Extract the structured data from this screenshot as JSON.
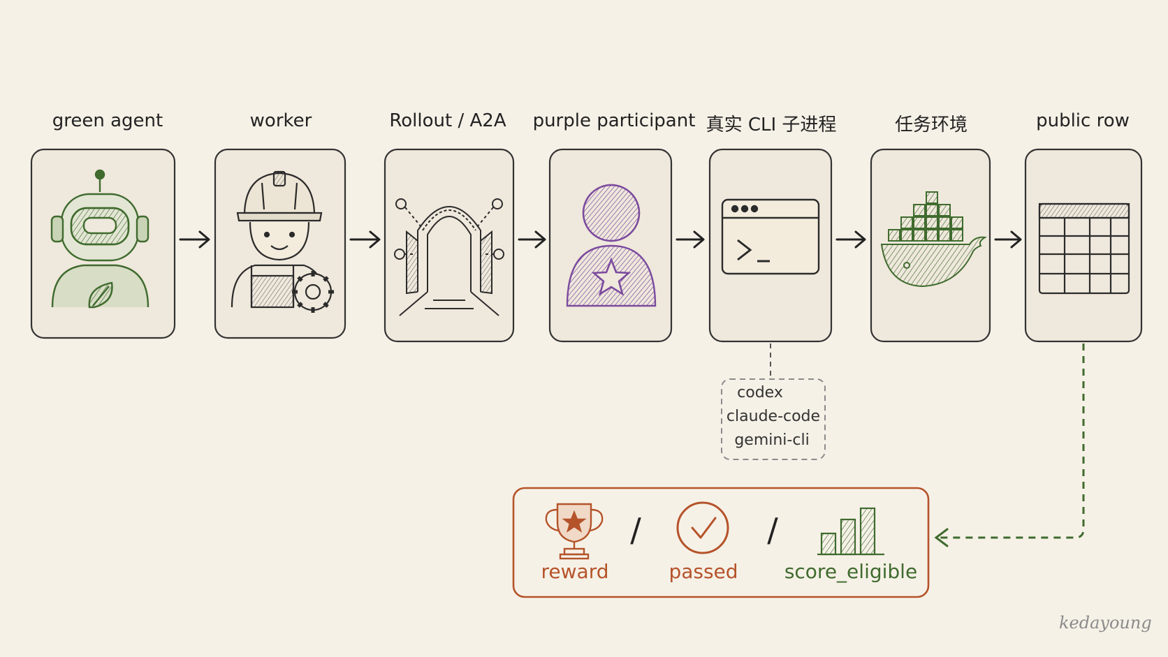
{
  "pipeline": [
    {
      "id": "green",
      "label": "green agent",
      "icon": "robot-icon"
    },
    {
      "id": "worker",
      "label": "worker",
      "icon": "worker-icon"
    },
    {
      "id": "rollout",
      "label": "Rollout / A2A",
      "icon": "gateway-icon"
    },
    {
      "id": "purple",
      "label": "purple participant",
      "icon": "person-star-icon"
    },
    {
      "id": "cli",
      "label": "真实 CLI 子进程",
      "icon": "terminal-icon"
    },
    {
      "id": "env",
      "label": "任务环境",
      "icon": "docker-whale-icon"
    },
    {
      "id": "row",
      "label": "public row",
      "icon": "table-icon"
    }
  ],
  "cli_options": [
    "codex",
    "claude-code",
    "gemini-cli"
  ],
  "results": {
    "items": [
      {
        "label": "reward",
        "icon": "trophy-icon"
      },
      {
        "label": "passed",
        "icon": "check-circle-icon"
      },
      {
        "label": "score_eligible",
        "icon": "bar-chart-icon"
      }
    ],
    "separator": "/"
  },
  "signature": "kedayoung",
  "colors": {
    "background": "#f6f1e7",
    "box_fill": "#efe8dc",
    "green": "#3f6b2e",
    "purple": "#7b4b9e",
    "orange": "#b5532a",
    "ink": "#2b2b2b"
  }
}
